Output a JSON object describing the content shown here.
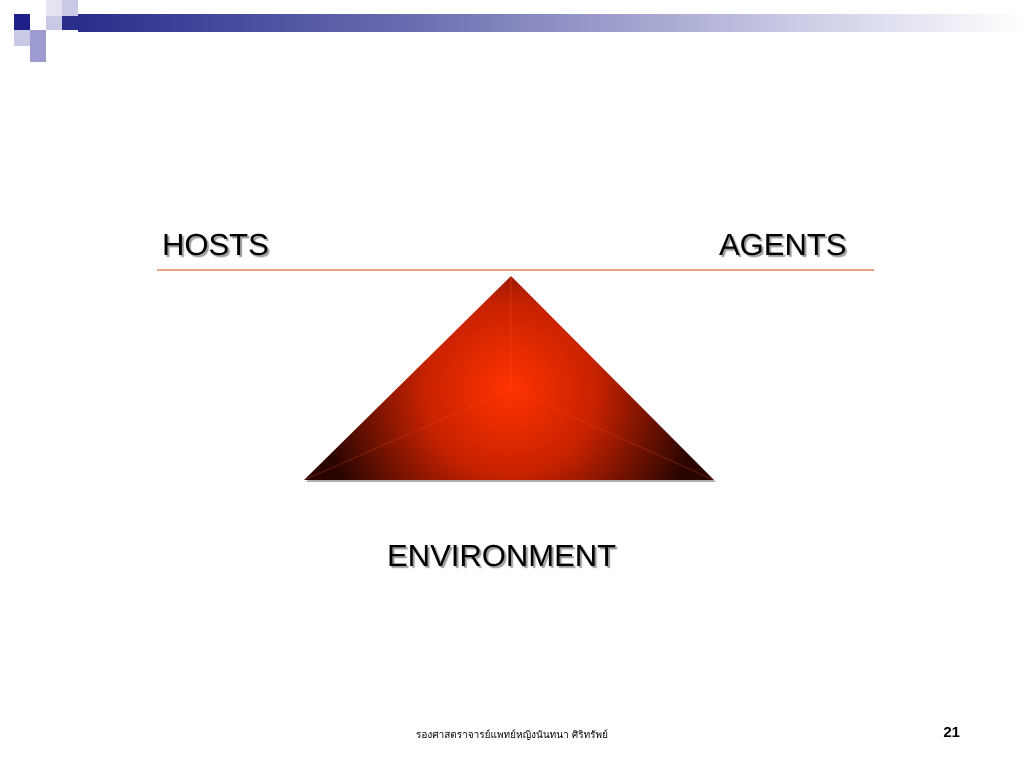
{
  "diagram": {
    "left_label": "HOSTS",
    "right_label": "AGENTS",
    "bottom_label": "ENVIRONMENT"
  },
  "footer": {
    "author": "รองศาสตราจารย์แพทย์หญิงนันทนา ศิริทรัพย์",
    "page_number": "21"
  },
  "colors": {
    "deco_dark": "#2a2e8c",
    "deco_light": "#c8c9e4",
    "beam": "#e6a48a",
    "fulcrum_center": "#ff3300",
    "fulcrum_edge": "#2a0500"
  }
}
